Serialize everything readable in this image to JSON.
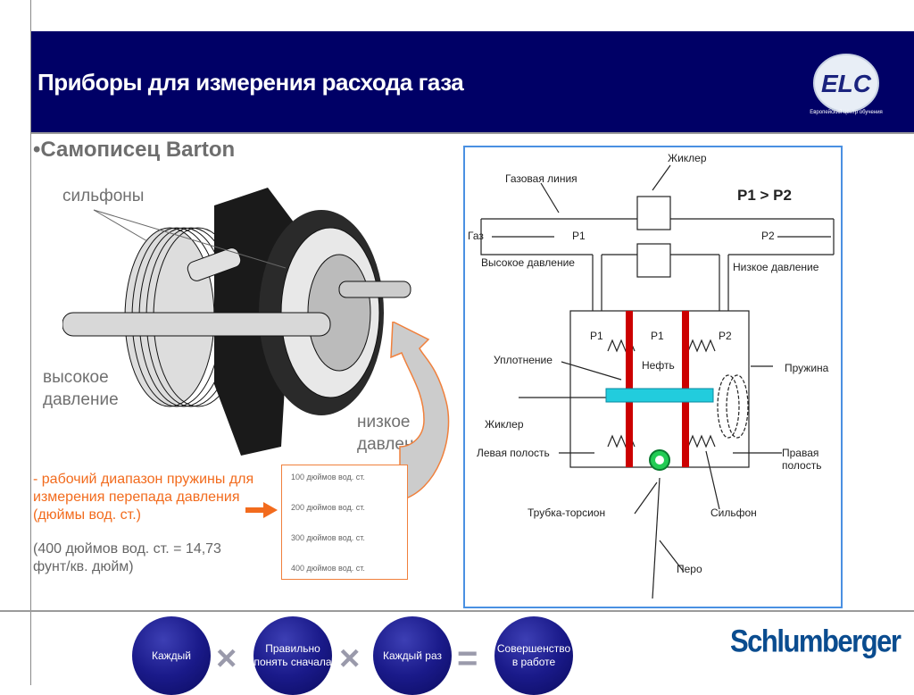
{
  "header": {
    "title": "Приборы для измерения расхода газа",
    "logo": {
      "text": "ELC",
      "subtext": "Европейский центр обучения"
    }
  },
  "subtitle": "•Самописец Barton",
  "photo_labels": {
    "bellows": "сильфоны",
    "high_pressure": "высокое давление",
    "low_pressure": "низкое давление"
  },
  "spring_range": {
    "description": "- рабочий диапазон пружины для измерения перепада давления (дюймы вод. ст.)",
    "note": "(400 дюймов вод. ст. = 14,73 фунт/кв. дюйм)",
    "options": [
      "100 дюймов вод. ст.",
      "200 дюймов вод. ст.",
      "300 дюймов вод. ст.",
      "400 дюймов вод. ст."
    ]
  },
  "diagram": {
    "gas_line": "Газовая линия",
    "orifice_top": "Жиклер",
    "relation": "P1 > P2",
    "gas": "Газ",
    "p1": "P1",
    "p2": "P2",
    "high_pressure": "Высокое давление",
    "low_pressure": "Низкое давление",
    "seal": "Уплотнение",
    "oil": "Нефть",
    "spring": "Пружина",
    "orifice": "Жиклер",
    "left_cavity": "Левая полость",
    "right_cavity": "Правая полость",
    "torsion_tube": "Трубка-торсион",
    "bellows": "Сильфон",
    "pen": "Перо",
    "colors": {
      "walls": "#cc0000",
      "shaft": "#22ccdd",
      "torsion": "#22cc55",
      "border": "#4a90e2"
    }
  },
  "footer": {
    "formula": [
      "Каждый",
      "Правильно понять сначала",
      "Каждый раз",
      "Совершенство в работе"
    ],
    "operators": [
      "×",
      "×",
      "="
    ],
    "brand": "Schlumberger"
  }
}
